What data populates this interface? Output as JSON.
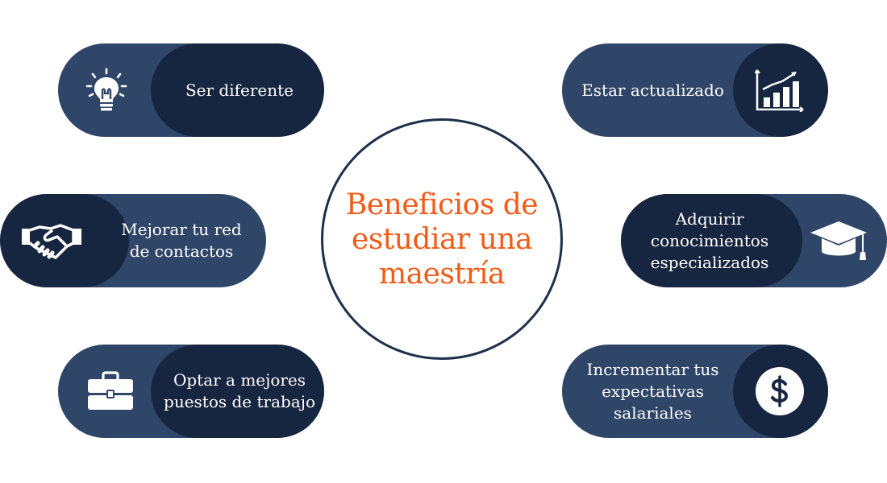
{
  "center": {
    "title": "Beneficios de estudiar una maestría"
  },
  "benefits": {
    "ser_diferente": {
      "label": "Ser diferente",
      "icon": "lightbulb-icon"
    },
    "red_contactos": {
      "label": "Mejorar tu red de contactos",
      "icon": "handshake-icon"
    },
    "mejores_puestos": {
      "label": "Optar a mejores puestos de trabajo",
      "icon": "briefcase-icon"
    },
    "actualizado": {
      "label": "Estar actualizado",
      "icon": "bar-chart-growth-icon"
    },
    "conocimientos": {
      "label": "Adquirir conocimientos especializados",
      "icon": "graduation-cap-icon"
    },
    "salariales": {
      "label": "Incrementar tus expectativas salariales",
      "icon": "dollar-coin-icon"
    }
  },
  "colors": {
    "pill_light": "#2f4668",
    "pill_dark": "#172640",
    "accent": "#f25a16",
    "circle_border": "#1d2f4c",
    "text": "#ffffff"
  }
}
